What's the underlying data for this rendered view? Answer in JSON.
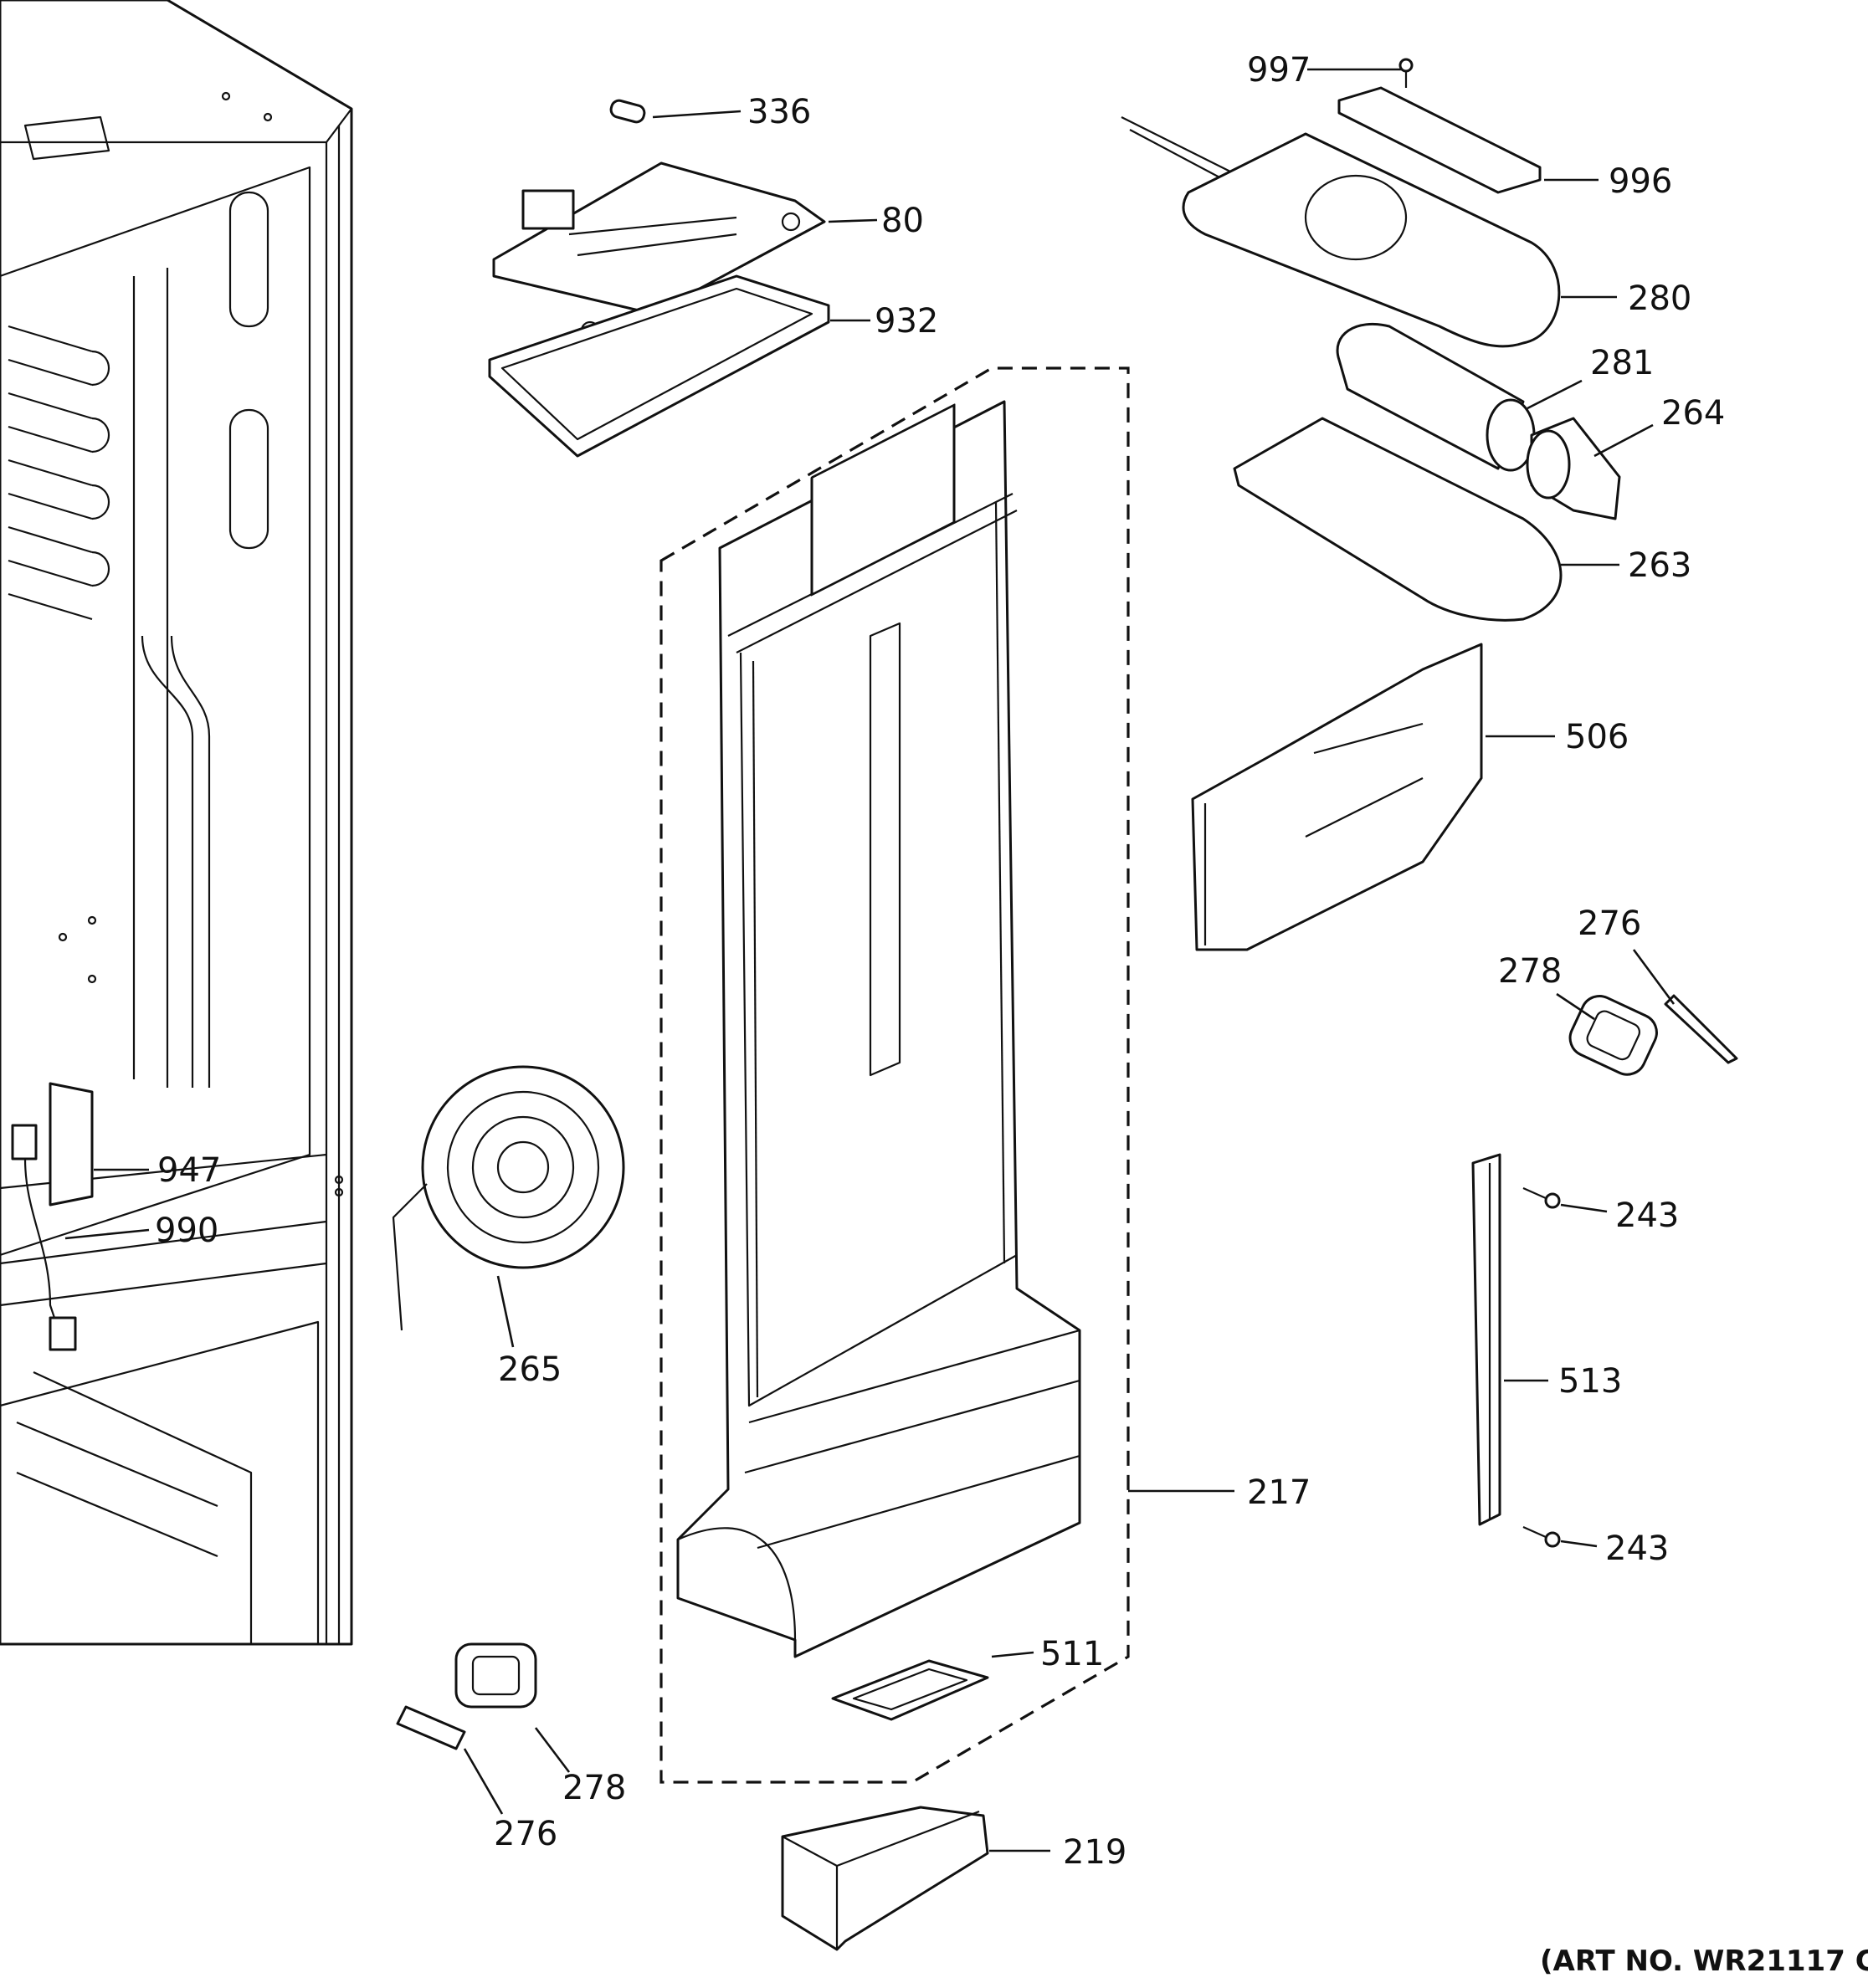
{
  "diagram": {
    "art_number": "(ART NO. WR21117 C",
    "callouts": {
      "c997": "997",
      "c336": "336",
      "c996": "996",
      "c80": "80",
      "c280": "280",
      "c932": "932",
      "c281": "281",
      "c264": "264",
      "c263": "263",
      "c506": "506",
      "c276a": "276",
      "c278a": "278",
      "c947": "947",
      "c990": "990",
      "c243a": "243",
      "c265": "265",
      "c513": "513",
      "c217": "217",
      "c243b": "243",
      "c511": "511",
      "c278b": "278",
      "c276b": "276",
      "c219": "219"
    }
  }
}
